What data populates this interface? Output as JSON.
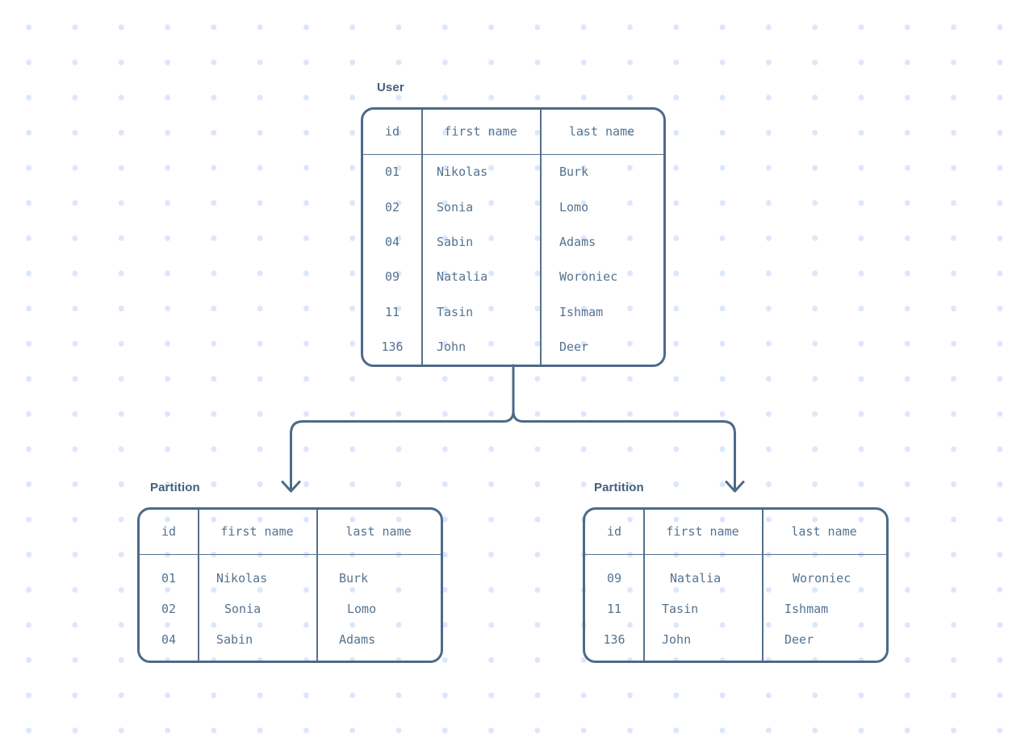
{
  "palette": {
    "line": "#4d6a88",
    "line_inner": "#54718d",
    "text": "#54738f",
    "title": "#42607d",
    "dot": "#dbe7fa",
    "background": "#ffffff"
  },
  "diagram": {
    "source_table": {
      "title": "User",
      "headers": [
        "id",
        "first name",
        "last name"
      ],
      "rows": [
        [
          "01",
          "Nikolas",
          "Burk"
        ],
        [
          "02",
          "Sonia",
          "Lomo"
        ],
        [
          "04",
          "Sabin",
          "Adams"
        ],
        [
          "09",
          "Natalia",
          "Woroniec"
        ],
        [
          "11",
          "Tasin",
          "Ishmam"
        ],
        [
          "136",
          "John",
          "Deer"
        ]
      ],
      "indent_rows": []
    },
    "partition_left": {
      "title": "Partition",
      "headers": [
        "id",
        "first name",
        "last name"
      ],
      "rows": [
        [
          "01",
          "Nikolas",
          "Burk"
        ],
        [
          "02",
          "Sonia",
          "Lomo"
        ],
        [
          "04",
          "Sabin",
          "Adams"
        ]
      ],
      "indent_rows": [
        1
      ]
    },
    "partition_right": {
      "title": "Partition",
      "headers": [
        "id",
        "first name",
        "last name"
      ],
      "rows": [
        [
          "09",
          "Natalia",
          "Woroniec"
        ],
        [
          "11",
          "Tasin",
          "Ishmam"
        ],
        [
          "136",
          "John",
          "Deer"
        ]
      ],
      "indent_rows": [
        0
      ]
    }
  }
}
